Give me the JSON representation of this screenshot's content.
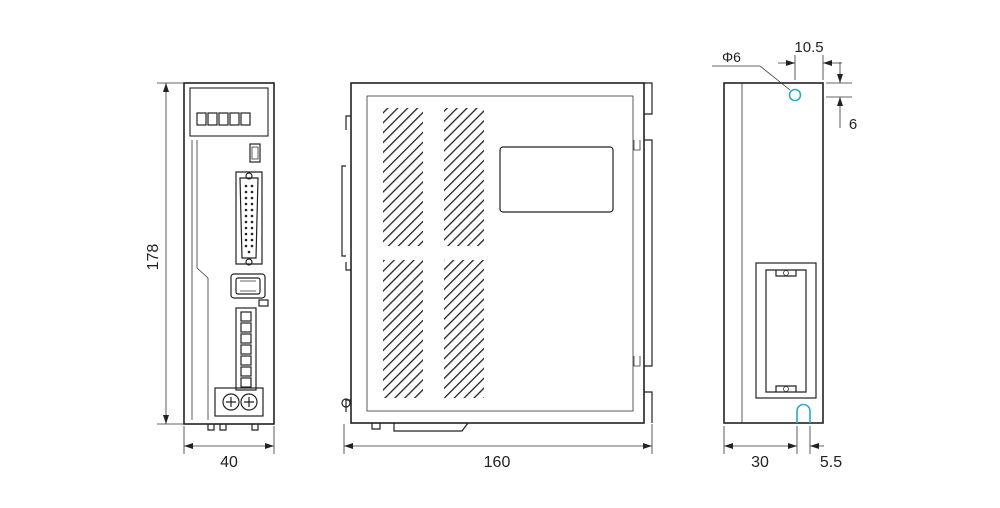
{
  "labels": {
    "height": "178",
    "front_width": "40",
    "side_width": "160",
    "hole_diameter": "Φ6",
    "hole_x_offset": "10.5",
    "hole_y_offset": "6",
    "rear_width": "30",
    "slot_offset": "5.5"
  },
  "colors": {
    "line": "#222222",
    "hole": "#2aa8c8",
    "background": "#ffffff"
  }
}
